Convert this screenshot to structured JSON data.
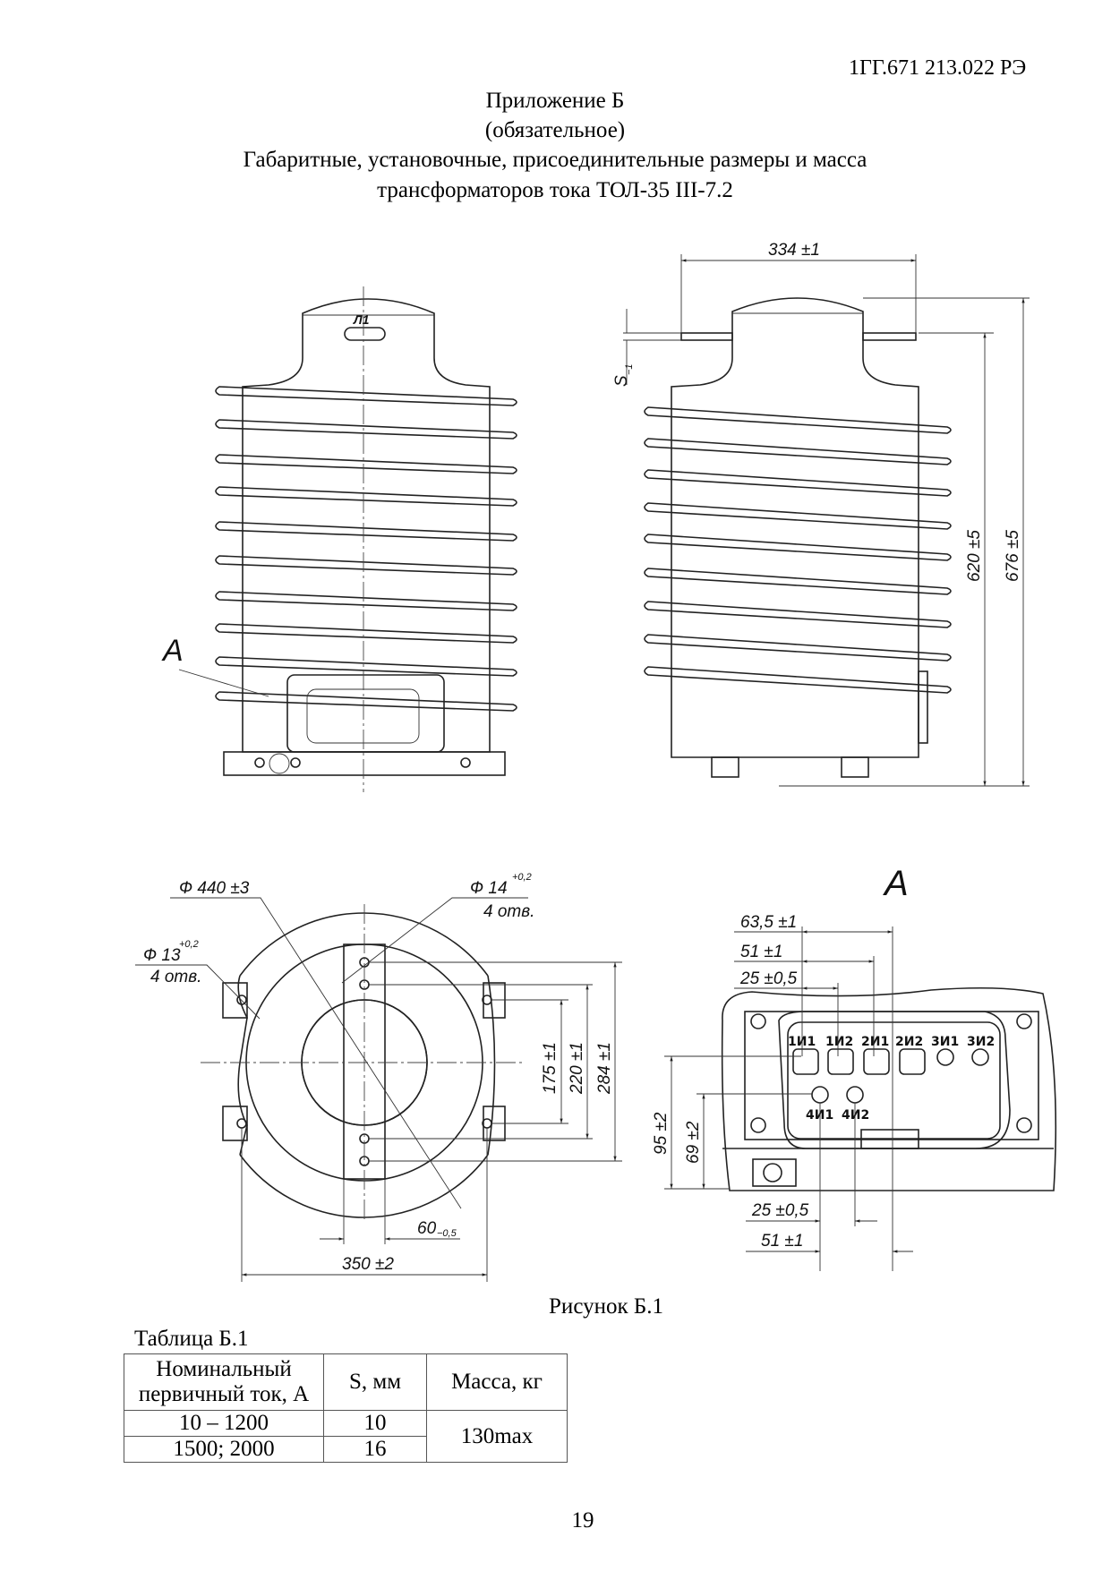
{
  "header": {
    "doc_code": "1ГГ.671 213.022 РЭ"
  },
  "title": {
    "appendix": "Приложение Б",
    "status": "(обязательное)",
    "line1": "Габаритные, установочные, присоединительные размеры и масса",
    "line2": "трансформаторов тока ТОЛ-35 III-7.2"
  },
  "front_view": {
    "terminal_mark": "Л1",
    "view_marker": "А"
  },
  "side_view": {
    "width_dim": "334 ±1",
    "s_dim": "S",
    "s_tol": "−1",
    "height_dim_1": "620 ±5",
    "height_dim_2": "676 ±5"
  },
  "plan_view": {
    "outer_dia": "Ф 440 ±3",
    "hole14": "Ф 14",
    "hole14_tol": "+0,2",
    "hole14_count": "4 отв.",
    "hole13": "Ф 13",
    "hole13_tol": "+0,2",
    "hole13_count": "4 отв.",
    "dim_175": "175 ±1",
    "dim_220": "220 ±1",
    "dim_284": "284 ±1",
    "dim_60": "60",
    "dim_60_tol": "−0,5",
    "dim_350": "350 ±2"
  },
  "detail_a": {
    "title": "А",
    "dim_63_5": "63,5 ±1",
    "dim_51_top": "51 ±1",
    "dim_25_top": "25 ±0,5",
    "dim_95": "95 ±2",
    "dim_69": "69 ±2",
    "dim_25_bottom": "25 ±0,5",
    "dim_51_bottom": "51 ±1",
    "terminals": [
      "1И1",
      "1И2",
      "2И1",
      "2И2",
      "3И1",
      "3И2"
    ],
    "terminals_lower": [
      "4И1",
      "4И2"
    ]
  },
  "figure_caption": "Рисунок Б.1",
  "table": {
    "caption": "Таблица Б.1",
    "headers": [
      "Номинальный",
      "первичный ток, А",
      "S, мм",
      "Масса, кг"
    ],
    "rows": [
      {
        "current": "10 – 1200",
        "s": "10"
      },
      {
        "current": "1500; 2000",
        "s": "16"
      }
    ],
    "mass": "130max"
  },
  "page_number": "19"
}
